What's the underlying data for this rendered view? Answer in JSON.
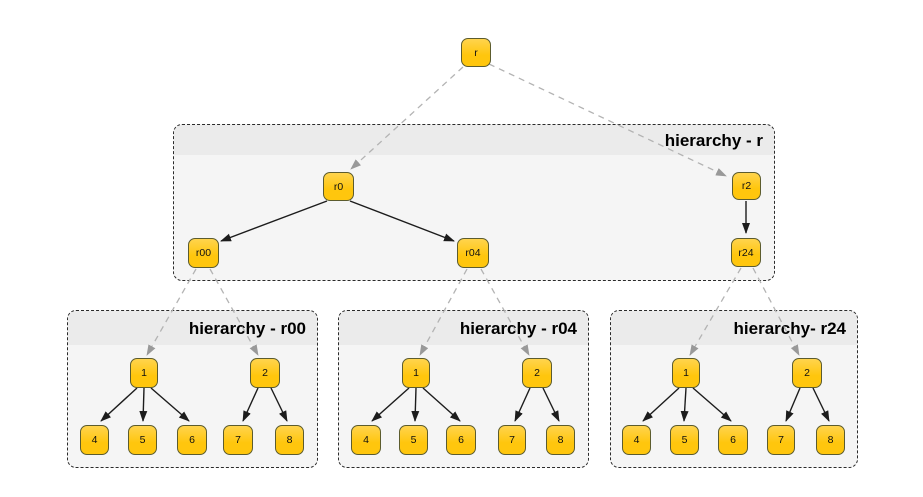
{
  "colors": {
    "canvas_background": "#FFFFFF",
    "node_fill": "#FFC60D",
    "node_fill_top": "#FFD44E",
    "node_border": "#5C5C2E",
    "container_header": "#EBEBEB",
    "container_body": "#F5F5F5",
    "container_border": "#2B2B2B",
    "solid_edge": "#1C1C1C",
    "dashed_edge": "#B3B3B3",
    "dashed_arrow": "#999999"
  },
  "nodes": {
    "r": "r",
    "r0": "r0",
    "r2": "r2",
    "r00": "r00",
    "r04": "r04",
    "r24": "r24"
  },
  "containers": {
    "main": {
      "title": "hierarchy - r"
    },
    "r00": {
      "title": "hierarchy - r00",
      "nodes": {
        "n1": "1",
        "n2": "2",
        "n4": "4",
        "n5": "5",
        "n6": "6",
        "n7": "7",
        "n8": "8"
      }
    },
    "r04": {
      "title": "hierarchy - r04",
      "nodes": {
        "n1": "1",
        "n2": "2",
        "n4": "4",
        "n5": "5",
        "n6": "6",
        "n7": "7",
        "n8": "8"
      }
    },
    "r24": {
      "title": "hierarchy- r24",
      "nodes": {
        "n1": "1",
        "n2": "2",
        "n4": "4",
        "n5": "5",
        "n6": "6",
        "n7": "7",
        "n8": "8"
      }
    }
  }
}
